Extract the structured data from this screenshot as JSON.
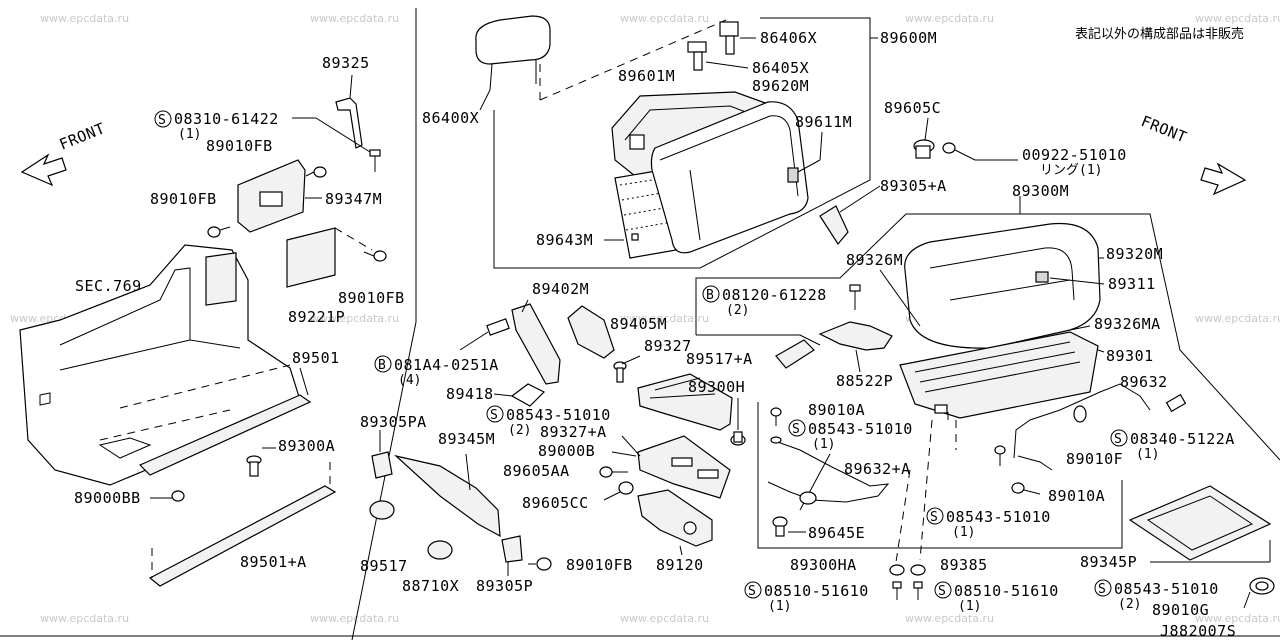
{
  "watermark": "www.epcdata.ru",
  "note_jp": "表記以外の構成部品は非販売",
  "drawing_number": "J882007S",
  "front_label": "FRONT",
  "callouts": {
    "p89325": "89325",
    "s08310": "08310-61422",
    "s08310_qty": "(1)",
    "p89010fb_a": "89010FB",
    "p89010fb_b": "89010FB",
    "p89347m": "89347M",
    "p89010fb_c": "89010FB",
    "sec769": "SEC.769",
    "p89221p": "89221P",
    "p89501": "89501",
    "p89300a": "89300A",
    "p89000bb": "89000BB",
    "p89501a": "89501+A",
    "p86406x": "86406X",
    "p89600m": "89600M",
    "p89601m": "89601M",
    "p86405x": "86405X",
    "p89620m": "89620M",
    "p86400x": "86400X",
    "p89611m": "89611M",
    "p89643m": "89643M",
    "p89605c": "89605C",
    "p00922": "00922-51010",
    "p00922_sub": "リング(1)",
    "p89305a": "89305+A",
    "p89300m": "89300M",
    "p89402m": "89402M",
    "p89405m": "89405M",
    "b081a4": "081A4-0251A",
    "b081a4_qty": "(4)",
    "p89418": "89418",
    "p89327": "89327",
    "s08543a": "08543-51010",
    "s08543a_qty": "(2)",
    "p89327a": "89327+A",
    "p89000b": "89000B",
    "p89605aa": "89605AA",
    "p89605cc": "89605CC",
    "p89120": "89120",
    "p89305pa": "89305PA",
    "p89345m": "89345M",
    "p89517": "89517",
    "p88710x": "88710X",
    "p89305p": "89305P",
    "p89010fb_d": "89010FB",
    "b08120": "08120-61228",
    "b08120_qty": "(2)",
    "p89326m": "89326M",
    "p89320m": "89320M",
    "p89311": "89311",
    "p89326ma": "89326MA",
    "p89517a": "89517+A",
    "p88522p": "88522P",
    "p89301": "89301",
    "p89300h": "89300H",
    "p89632": "89632",
    "p89010a_a": "89010A",
    "s08543b": "08543-51010",
    "s08543b_qty": "(1)",
    "s08340": "08340-5122A",
    "s08340_qty": "(1)",
    "p89632a": "89632+A",
    "p89010f": "89010F",
    "p89010a_b": "89010A",
    "p89645e": "89645E",
    "s08543c": "08543-51010",
    "s08543c_qty": "(1)",
    "p89300ha": "89300HA",
    "p89385": "89385",
    "s08510a": "08510-51610",
    "s08510a_qty": "(1)",
    "s08510b": "08510-51610",
    "s08510b_qty": "(1)",
    "p89345p": "89345P",
    "s08543d": "08543-51010",
    "s08543d_qty": "(2)",
    "p89010g": "89010G"
  },
  "symbols": {
    "screw": "S",
    "bolt": "B"
  }
}
